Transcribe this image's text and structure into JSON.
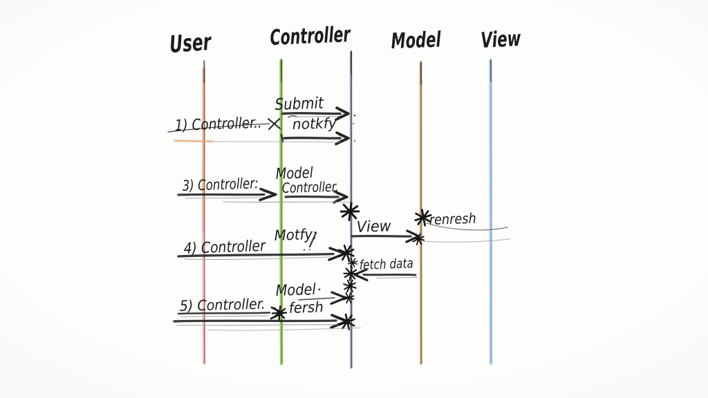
{
  "diagram": {
    "type": "hand-drawn sequence diagram (MVC)",
    "headers": {
      "user": "User",
      "controller": "Controller",
      "model": "Model",
      "view": "View"
    },
    "steps": {
      "step1": "1) Controller..",
      "step2": "3) Controller:",
      "step3": "4) Controller",
      "step4": "5) Controller."
    },
    "messages": {
      "submit": "Submit",
      "notify": "notkfy",
      "model_call": "Model",
      "controller_call": "Controller.",
      "view_call": "View",
      "refresh": "renresh",
      "notify2": "Motfy:",
      "fetch_data": "fetch data",
      "model_call2": "Model",
      "fresh": "fersh"
    },
    "colors": {
      "ink": "#242424",
      "user_top": "#e09a70",
      "user_bottom": "#ef9fb2",
      "controller": "#8abf52",
      "secondary": "#9aa4ad",
      "model": "#c6a377",
      "view": "#accbe6"
    }
  }
}
